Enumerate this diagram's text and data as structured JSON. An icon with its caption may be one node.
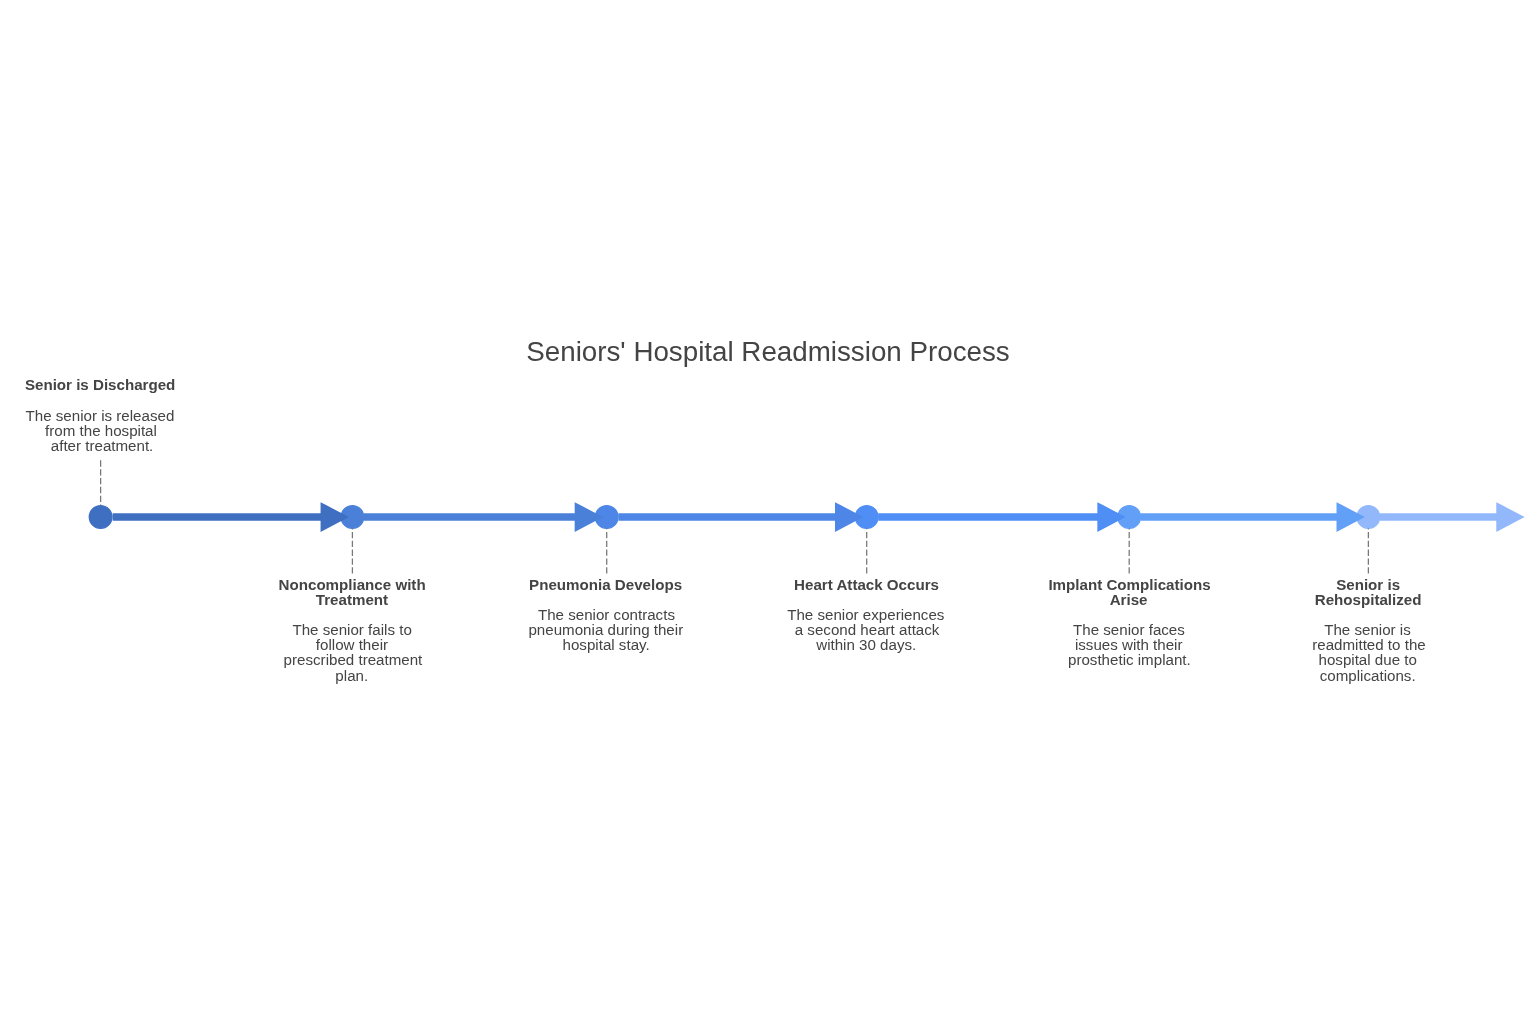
{
  "diagram": {
    "title": "Seniors' Hospital Readmission Process",
    "nodes": [
      {
        "text": [
          "Senior is Discharged",
          "The senior is released from the hospital after treatment."
        ]
      },
      {
        "text": [
          "Noncompliance with Treatment",
          "The senior fails to follow their prescribed treatment plan."
        ]
      },
      {
        "text": [
          "Pneumonia Develops",
          "The senior contracts pneumonia during their hospital stay."
        ]
      },
      {
        "text": [
          "Heart Attack Occurs",
          "The senior experiences a second heart attack within 30 days."
        ]
      },
      {
        "text": [
          "Implant Complications Arise",
          "The senior faces issues with their prosthetic implant."
        ]
      },
      {
        "text": [
          "Senior is Rehospitalized",
          "The senior is readmitted to the hospital due to complications."
        ]
      },
      {
        "text": [],
        "shape": "circle"
      },
      {
        "text": [],
        "shape": "circle"
      },
      {
        "text": [],
        "shape": "circle"
      },
      {
        "text": [],
        "shape": "circle"
      },
      {
        "text": [],
        "shape": "circle"
      },
      {
        "text": [],
        "shape": "circle"
      }
    ],
    "edges": [
      {
        "from": 0,
        "to": 6,
        "arrow": "none",
        "style": "dashed"
      },
      {
        "from": 1,
        "to": 7,
        "arrow": "none",
        "style": "dashed"
      },
      {
        "from": 2,
        "to": 8,
        "arrow": "none",
        "style": "dashed"
      },
      {
        "from": 3,
        "to": 9,
        "arrow": "none",
        "style": "dashed"
      },
      {
        "from": 4,
        "to": 10,
        "arrow": "none",
        "style": "dashed"
      },
      {
        "from": 5,
        "to": 11,
        "arrow": "none",
        "style": "dashed"
      },
      {
        "from": 6,
        "to": 7,
        "arrow": "to",
        "style": "thick",
        "color": "#3f6fc0"
      },
      {
        "from": 7,
        "to": 8,
        "arrow": "to",
        "style": "thick",
        "color": "#4a80d8"
      },
      {
        "from": 8,
        "to": 9,
        "arrow": "to",
        "style": "thick",
        "color": "#4d86e6"
      },
      {
        "from": 9,
        "to": 10,
        "arrow": "to",
        "style": "thick",
        "color": "#4f8ef5"
      },
      {
        "from": 10,
        "to": 11,
        "arrow": "to",
        "style": "thick",
        "color": "#62a0f8"
      },
      {
        "from": 11,
        "to": null,
        "arrow": "to",
        "style": "thick",
        "color": "#92b8fb"
      }
    ]
  }
}
